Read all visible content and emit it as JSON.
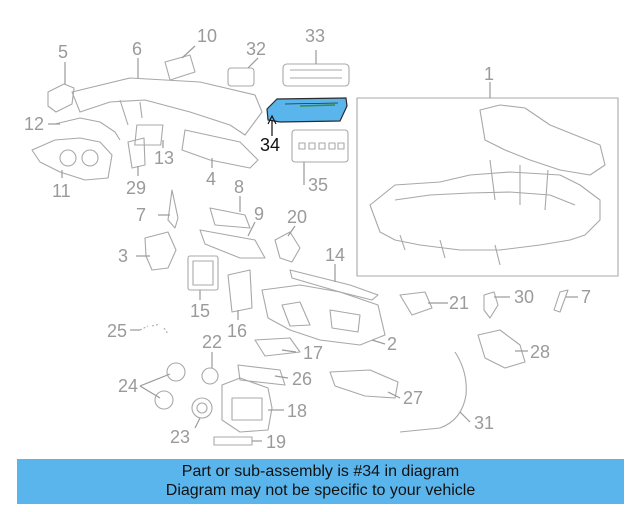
{
  "diagram": {
    "highlight_color": "#5ab5ec",
    "highlighted_part": "34",
    "callouts": [
      "1",
      "2",
      "3",
      "4",
      "5",
      "6",
      "7",
      "7",
      "8",
      "9",
      "10",
      "11",
      "12",
      "13",
      "14",
      "15",
      "16",
      "17",
      "18",
      "19",
      "20",
      "21",
      "22",
      "23",
      "24",
      "25",
      "26",
      "27",
      "28",
      "29",
      "30",
      "31",
      "32",
      "33",
      "34",
      "35"
    ]
  },
  "banner": {
    "line1": "Part or sub-assembly is #34 in diagram",
    "line2": "Diagram may not be specific to your vehicle",
    "background": "#5ab5ec"
  }
}
